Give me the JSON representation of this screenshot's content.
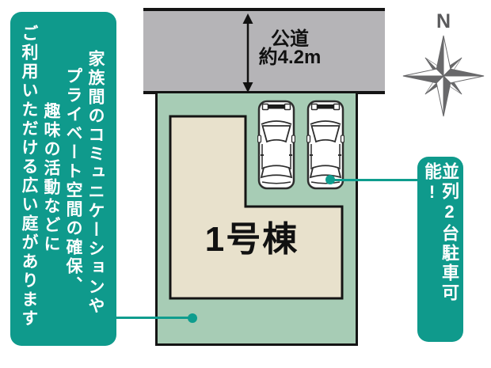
{
  "figure": {
    "type": "property-plot-plan"
  },
  "left_note": {
    "lines": [
      "家族間のコミュニケーションや",
      "プライベート空間の確保、",
      "趣味の活動などに",
      "ご利用いただける広い庭があります"
    ],
    "bg": "#0f9a8c",
    "text_color": "#ffffff"
  },
  "road": {
    "name_label": "公道",
    "width_label": "約4.2m",
    "fill": "#b5b4b7"
  },
  "compass": {
    "north_label": "N",
    "color": "#68686a"
  },
  "plot": {
    "fill": "#a7ccb5",
    "border": "#141414"
  },
  "building": {
    "label": "1号棟",
    "fill": "#e8e1cc"
  },
  "parking": {
    "car_count": 2
  },
  "right_note": {
    "text": "並列2台駐車可能!",
    "bg": "#0f9a8c",
    "text_color": "#ffffff"
  },
  "connector_color": "#0f9d8e"
}
